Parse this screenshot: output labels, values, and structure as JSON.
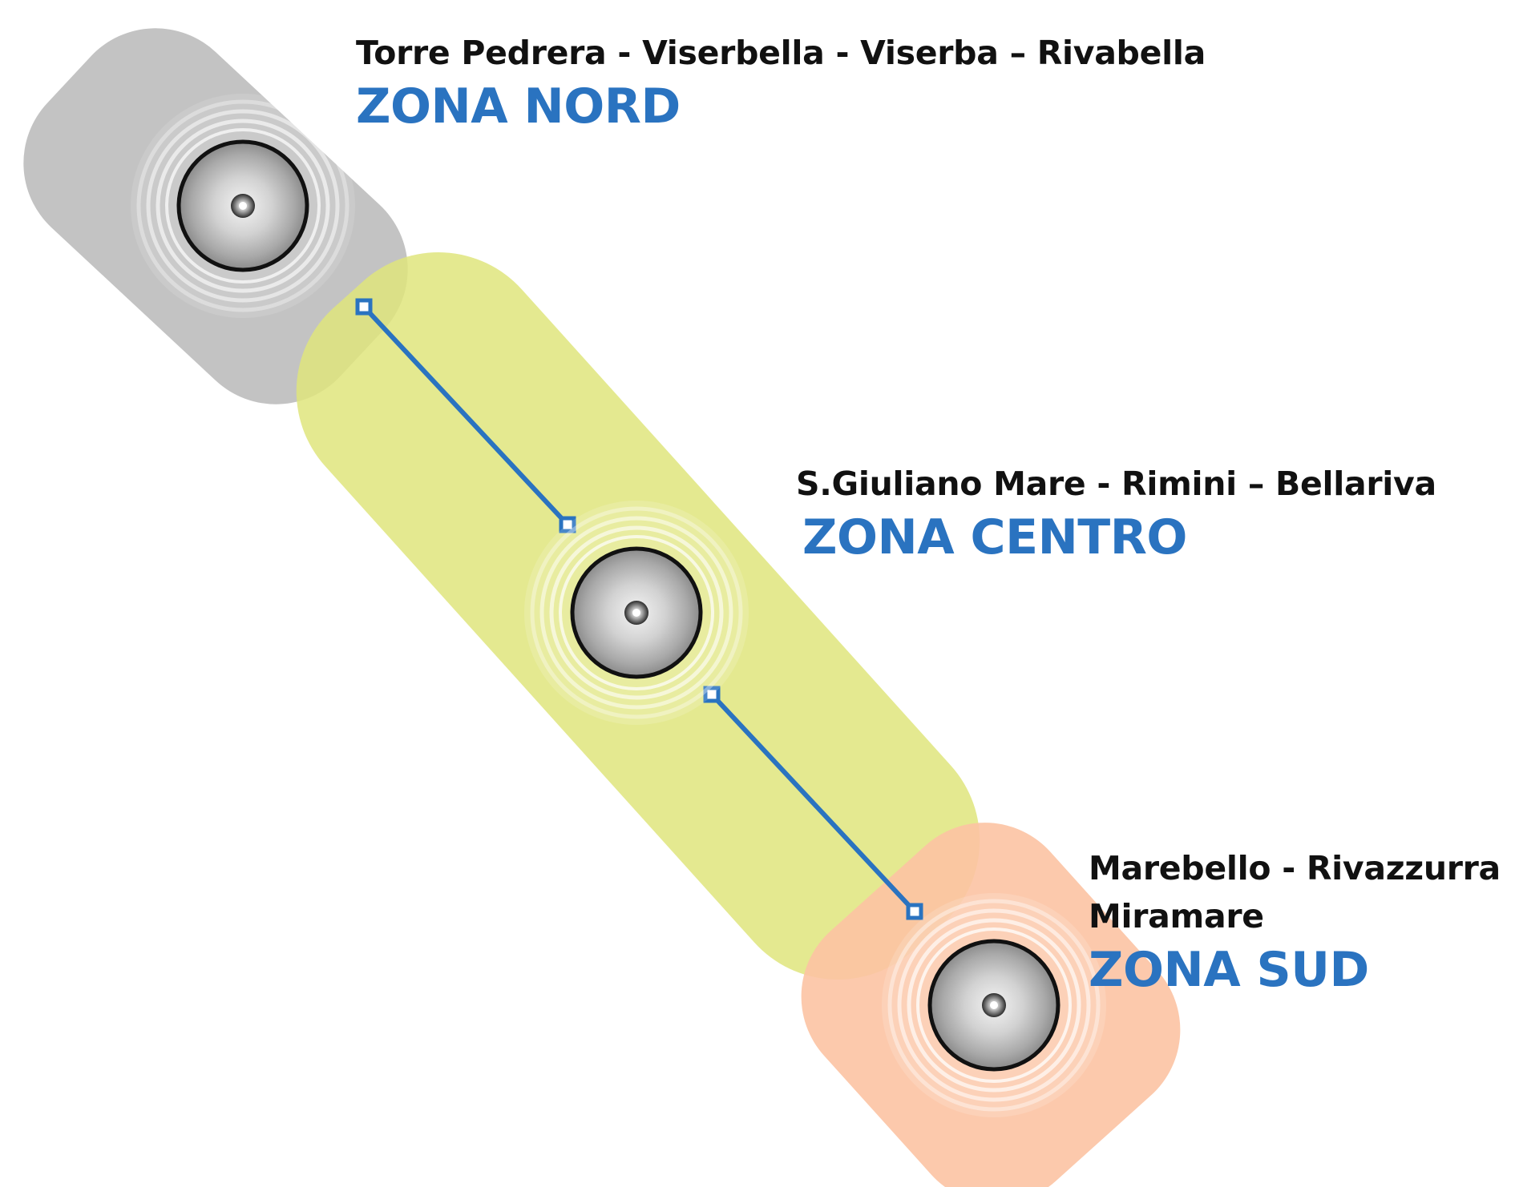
{
  "zones": [
    {
      "id": "nord",
      "places_lines": [
        "Torre Pedrera - Viserbella - Viserba – Rivabella"
      ],
      "name": "ZONA NORD",
      "color": "#b9b9b9"
    },
    {
      "id": "centro",
      "places_lines": [
        "S.Giuliano Mare - Rimini – Bellariva"
      ],
      "name": "ZONA CENTRO",
      "color": "#dfe57c"
    },
    {
      "id": "sud",
      "places_lines": [
        "Marebello - Rivazzurra",
        "Miramare"
      ],
      "name": "ZONA SUD",
      "color": "#fcc3a3"
    }
  ],
  "colors": {
    "zone_title": "#2a73c0",
    "place_text": "#111111",
    "connector": "#2a73c0"
  },
  "icons": [
    "lamp-icon",
    "connector-endpoint-icon"
  ]
}
